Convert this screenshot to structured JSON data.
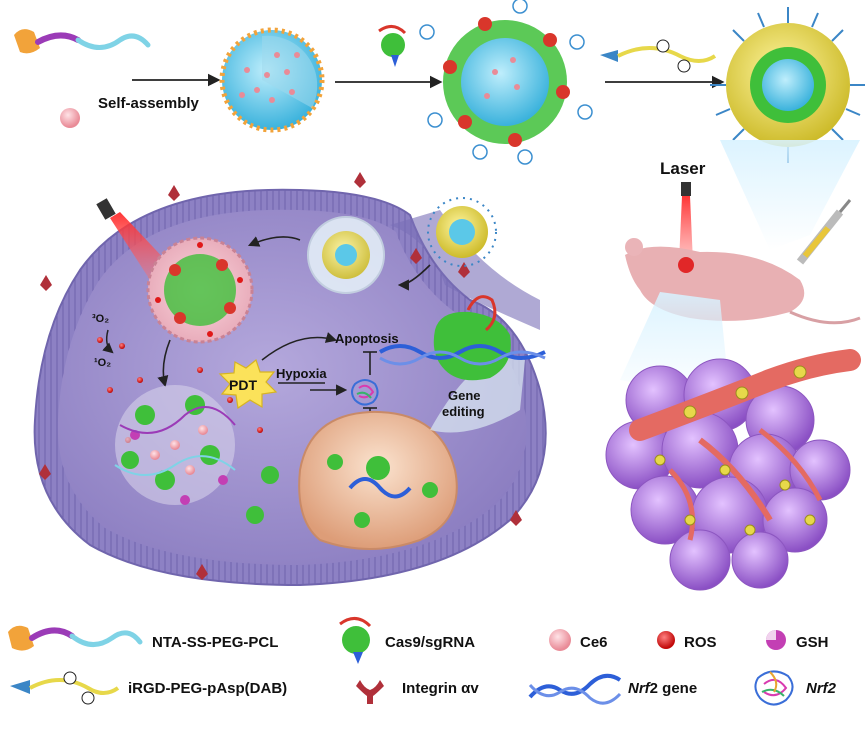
{
  "labels": {
    "self_assembly": "Self-assembly",
    "laser": "Laser",
    "singlet_oxygen": "¹O₂",
    "o2": "³O₂",
    "pdt": "PDT",
    "hypoxia": "Hypoxia",
    "apoptosis": "Apoptosis",
    "gene_editing_line1": "Gene",
    "gene_editing_line2": "editing"
  },
  "legend": {
    "polymer1": "NTA-SS-PEG-PCL",
    "cas9": "Cas9/sgRNA",
    "ce6": "Ce6",
    "ros": "ROS",
    "gsh": "GSH",
    "polymer2": "iRGD-PEG-pAsp(DAB)",
    "integrin": "Integrin αv",
    "gene_prefix": "Nrf",
    "gene_suffix": "2 gene",
    "protein_prefix": "Nrf",
    "protein_suffix": "2"
  },
  "colors": {
    "cell_fill": "#9a8fc9",
    "membrane": "#8a7fc0",
    "nucleus": "#e9b99a",
    "micelle": "#5bc8e8",
    "cas9_green": "#3fbf3a",
    "rna_red": "#d9362b",
    "ce6_pink": "#f2a7b0",
    "ros_red": "#e01818",
    "gsh_magenta": "#c33fb4",
    "polymer_orange": "#f2a33a",
    "polymer_purple": "#9b3bb7",
    "polymer_cyan": "#7fd3e6",
    "shell_yellow": "#e7d84a",
    "integrin_red": "#b0303a",
    "tumor_purple": "#a66fd8",
    "vessel_red": "#e46a62"
  }
}
